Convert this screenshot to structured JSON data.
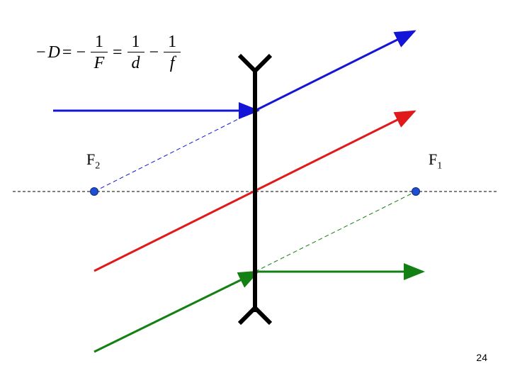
{
  "formula": {
    "lhs_sign": "−",
    "lhs_var": "D",
    "eq": "=",
    "minus1": "−",
    "frac1_num": "1",
    "frac1_den": "F",
    "frac2_num": "1",
    "frac2_den": "d",
    "minus2": "−",
    "frac3_num": "1",
    "frac3_den": "f"
  },
  "focus_labels": {
    "f2_main": "F",
    "f2_sub": "2",
    "f1_main": "F",
    "f1_sub": "1"
  },
  "page_number": "24",
  "colors": {
    "ray_top": "#1515d8",
    "ray_center": "#e01a1a",
    "ray_bottom": "#128012",
    "lens": "#000000",
    "focus_point": "#1f4fd0",
    "axis": "#000000"
  }
}
